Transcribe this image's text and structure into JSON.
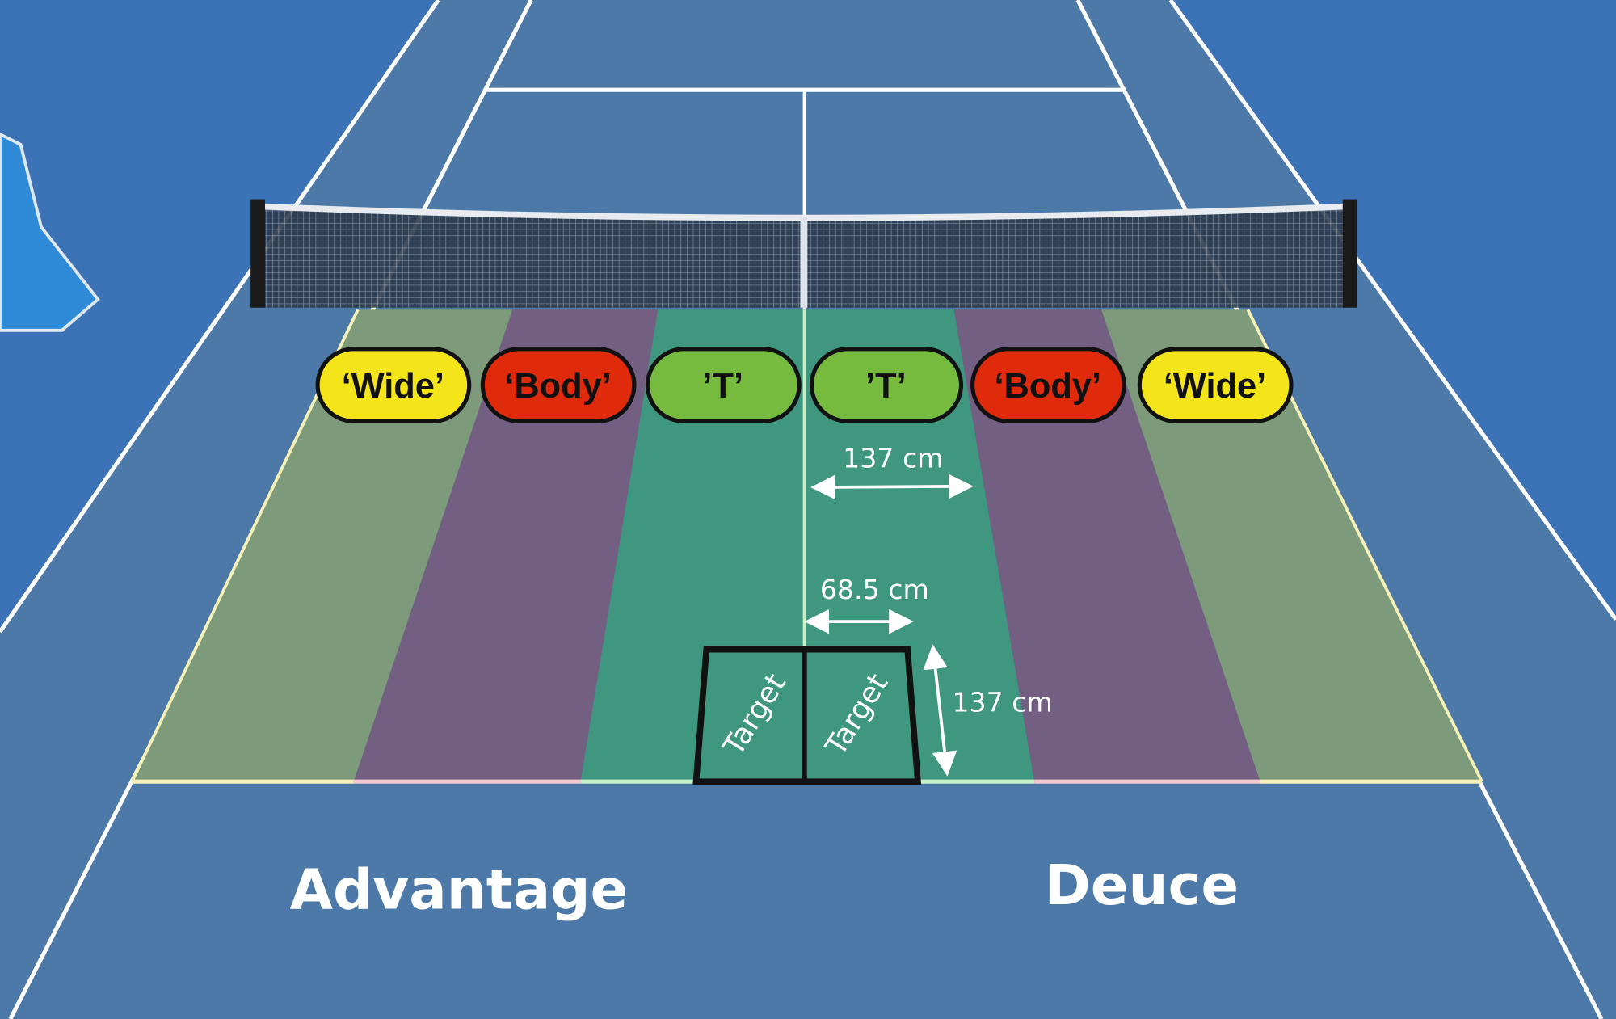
{
  "zones": [
    {
      "label": "‘Wide’",
      "color": "#f3e51a"
    },
    {
      "label": "‘Body’",
      "color": "#e02a0c"
    },
    {
      "label": "’T’",
      "color": "#76bb3d"
    },
    {
      "label": "’T’",
      "color": "#76bb3d"
    },
    {
      "label": "‘Body’",
      "color": "#e02a0c"
    },
    {
      "label": "‘Wide’",
      "color": "#f3e51a"
    }
  ],
  "zone_fill_colors": {
    "wide": "#7d9b7a",
    "body": "#725f82",
    "t": "#3f977f"
  },
  "dimensions": {
    "zone_width": "137 cm",
    "half_target_width": "68.5 cm",
    "target_depth": "137 cm"
  },
  "targets": [
    "Target",
    "Target"
  ],
  "sides": {
    "left": "Advantage",
    "right": "Deuce"
  },
  "colors": {
    "outer": "#3b73b6",
    "court": "#4c79a7",
    "lines": "#ffffff"
  }
}
